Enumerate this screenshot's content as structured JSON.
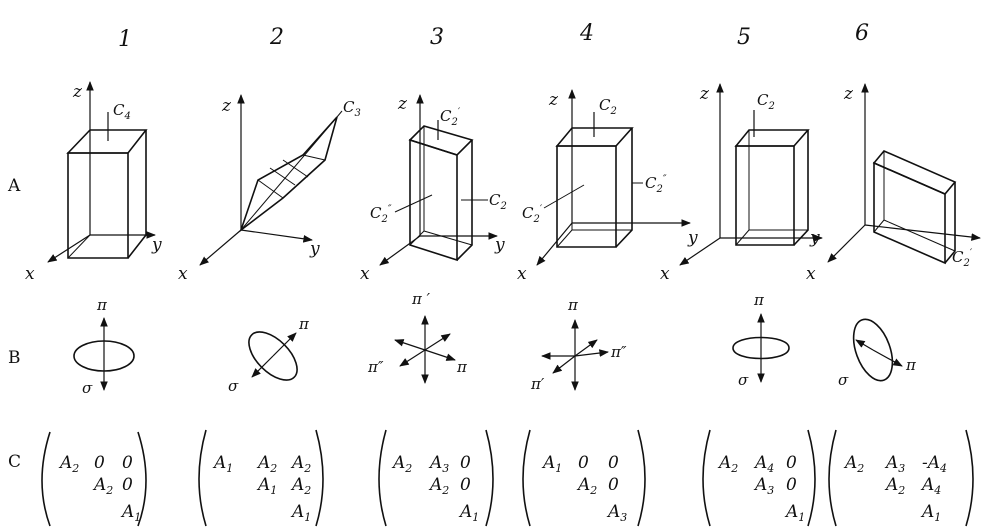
{
  "columns": [
    {
      "number": "1",
      "sym_a": "C",
      "sym_a_sub": "4",
      "pol_top": "π",
      "pol_bottom": "σ",
      "matrix": [
        [
          "A2",
          "0",
          "0"
        ],
        [
          "",
          "A2",
          "0"
        ],
        [
          "",
          "",
          "A1"
        ]
      ]
    },
    {
      "number": "2",
      "sym_a": "C",
      "sym_a_sub": "3",
      "pol_top": "π",
      "pol_bottom": "σ",
      "matrix": [
        [
          "A1",
          "A2",
          "A2"
        ],
        [
          "",
          "A1",
          "A2"
        ],
        [
          "",
          "",
          "A1"
        ]
      ]
    },
    {
      "number": "3",
      "sym_a": "C",
      "sym_a_sub": "2",
      "sym_a_prime": "′",
      "sym_b": "C",
      "sym_b_sub": "2",
      "sym_c": "C",
      "sym_c_sub": "2",
      "sym_c_prime": "″",
      "pol_top": "π ′",
      "pol_left": "π″",
      "pol_right": "π",
      "matrix": [
        [
          "A2",
          "A3",
          "0"
        ],
        [
          "",
          "A2",
          "0"
        ],
        [
          "",
          "",
          "A1"
        ]
      ]
    },
    {
      "number": "4",
      "sym_a": "C",
      "sym_a_sub": "2",
      "sym_b": "C",
      "sym_b_sub": "2",
      "sym_b_prime": "″",
      "sym_c": "C",
      "sym_c_sub": "2",
      "sym_c_prime": "′",
      "pol_top": "π",
      "pol_left": "π′",
      "pol_right": "π″",
      "matrix": [
        [
          "A1",
          "0",
          "0"
        ],
        [
          "",
          "A2",
          "0"
        ],
        [
          "",
          "",
          "A3"
        ]
      ]
    },
    {
      "number": "5",
      "sym_a": "C",
      "sym_a_sub": "2",
      "pol_top": "π",
      "pol_bottom": "σ",
      "matrix": [
        [
          "A2",
          "A4",
          "0"
        ],
        [
          "",
          "A3",
          "0"
        ],
        [
          "",
          "",
          "A1"
        ]
      ]
    },
    {
      "number": "6",
      "sym_a": "C",
      "sym_a_sub": "2",
      "sym_a_prime": "′",
      "pol_left": "σ",
      "pol_right": "π",
      "matrix": [
        [
          "A2",
          "A3",
          "-A4"
        ],
        [
          "",
          "A2",
          "A4"
        ],
        [
          "",
          "",
          "A1"
        ]
      ]
    }
  ],
  "rows": {
    "a": "A",
    "b": "B",
    "c": "C"
  },
  "axes": {
    "x": "x",
    "y": "y",
    "z": "z"
  }
}
